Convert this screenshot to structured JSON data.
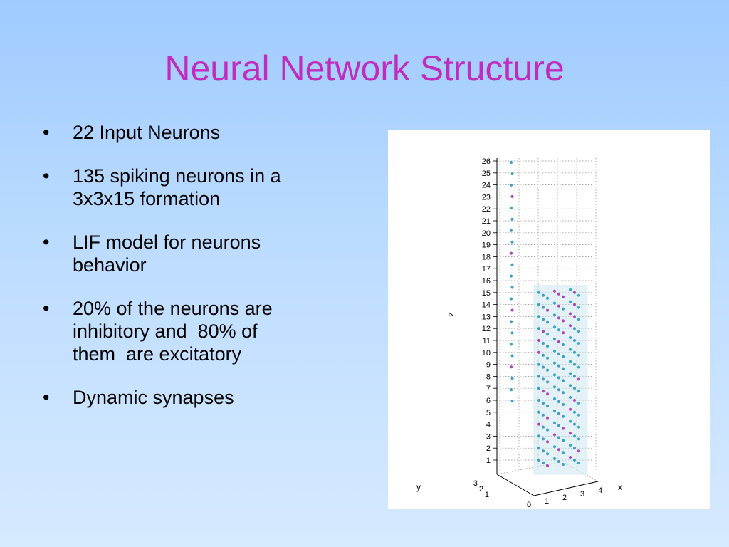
{
  "slide": {
    "title": "Neural Network Structure",
    "title_color": "#c02dbe",
    "bullets": [
      "22 Input Neurons",
      "135 spiking neurons in a\n3x3x15 formation",
      "LIF model for neurons\nbehavior",
      "20% of the neurons are\ninhibitory and  80% of\nthem  are excitatory",
      "Dynamic synapses"
    ]
  },
  "figure": {
    "z_axis": {
      "label": "z",
      "ticks": [
        "1",
        "2",
        "3",
        "4",
        "5",
        "6",
        "7",
        "8",
        "9",
        "10",
        "11",
        "12",
        "13",
        "14",
        "15",
        "16",
        "17",
        "18",
        "19",
        "20",
        "21",
        "22",
        "23",
        "24",
        "25",
        "26"
      ]
    },
    "x_axis": {
      "label": "x",
      "ticks": [
        "0",
        "1",
        "2",
        "3",
        "4"
      ]
    },
    "y_axis": {
      "label": "y",
      "ticks": [
        "1",
        "2",
        "3"
      ]
    },
    "colors": {
      "excitatory": "#3aa0c8",
      "inhibitory": "#b040c0",
      "grid": "#888888",
      "volume": "#cfe9f2"
    }
  }
}
